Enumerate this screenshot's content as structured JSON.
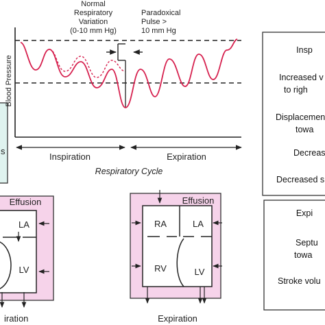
{
  "top_plot": {
    "y_axis_label": "Blood Pressure",
    "normal_variation_label": [
      "Normal",
      "Respiratory",
      "Variation",
      "(0-10 mm Hg)"
    ],
    "paradoxical_label": [
      "Paradoxical",
      "Pulse >",
      "10 mm Hg"
    ],
    "inspiration_label": "Inspiration",
    "expiration_label": "Expiration",
    "cycle_label": "Respiratory Cycle",
    "left_box_fragment": "s"
  },
  "right_panel_top": {
    "lines": [
      "Insp",
      "Increased v",
      "to righ",
      "Displacemen",
      "towa",
      "Decreas",
      "Decreased s"
    ]
  },
  "right_panel_bottom": {
    "lines": [
      "Expi",
      "Septu",
      "towa",
      "Stroke volu"
    ]
  },
  "heart_left": {
    "effusion_label": "Effusion",
    "la_label": "LA",
    "lv_label": "LV",
    "caption": "iration"
  },
  "heart_right": {
    "effusion_label": "Effusion",
    "ra_label": "RA",
    "la_label": "LA",
    "rv_label": "RV",
    "lv_label": "LV",
    "caption": "Expiration"
  },
  "colors": {
    "pressure_curve": "#d6204e",
    "pericardium_fill": "#f6d3ea",
    "left_box_fill": "#dff3ef",
    "line": "#222222"
  }
}
